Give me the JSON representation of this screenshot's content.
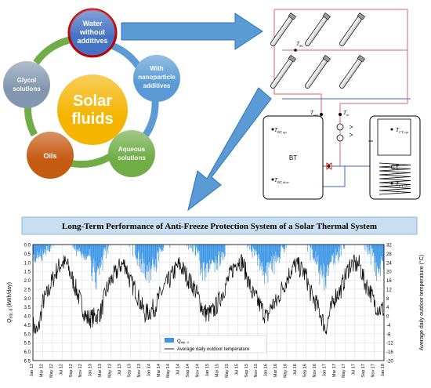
{
  "cycle": {
    "center_label_line1": "Solar",
    "center_label_line2": "fluids",
    "nodes": [
      {
        "id": "water",
        "lines": [
          "Water",
          "without",
          "additives"
        ],
        "color": "#4472C4"
      },
      {
        "id": "nano",
        "lines": [
          "With",
          "nanoparticle",
          "additives"
        ],
        "color": "#5B9BD5"
      },
      {
        "id": "aqueous",
        "lines": [
          "Aqueous",
          "solutions"
        ],
        "color": "#70AD47"
      },
      {
        "id": "oils",
        "lines": [
          "Oils"
        ],
        "color": "#C55A11"
      },
      {
        "id": "glycol",
        "lines": [
          "Glycol",
          "solutions"
        ],
        "color": "#8497B0"
      }
    ],
    "colors": {
      "center": "#F4B400",
      "ring_left": "#70AD47",
      "ring_right": "#5B9BD5",
      "ring_top": "#5B9BD5",
      "ring_outline": "#C00000"
    }
  },
  "schematic": {
    "labels": {
      "t_sc": "T",
      "t_sc_sub": "SC",
      "t_out": "T",
      "t_out_sub": "out",
      "t_in": "T",
      "t_in_sub": "in",
      "bt": "BT",
      "ct": "CT",
      "t_bt_up": "T",
      "t_bt_up_sub": "BT, up",
      "t_bt_dow": "T",
      "t_bt_dow_sub": "BT, dow",
      "t_ct_up": "T",
      "t_ct_up_sub": "CT, up",
      "t_ct_dow": "T",
      "t_ct_dow_sub": "CT, dow"
    }
  },
  "title_banner": "Long-Term Performance of Anti-Freeze Protection System of a Solar Thermal System",
  "chart_data": {
    "type": "line",
    "title": "",
    "ylabel_left": "Q",
    "ylabel_left_sub": "afp, d",
    "ylabel_left_unit": " (kWh/day)",
    "ylabel_right": "Average daily outdoor temperature  (°C)",
    "left_ylim": [
      0.0,
      6.5
    ],
    "left_inverted": true,
    "left_ticks": [
      "0.0",
      "0.5",
      "1.0",
      "1.5",
      "2.0",
      "2.5",
      "3.0",
      "3.5",
      "4.0",
      "4.5",
      "5.0",
      "5.5",
      "6.0",
      "6.5"
    ],
    "right_ylim": [
      -20,
      32
    ],
    "right_ticks": [
      "32",
      "28",
      "24",
      "20",
      "16",
      "12",
      "8",
      "4",
      "0",
      "-4",
      "-8",
      "-12",
      "-16",
      "-20"
    ],
    "x_ticks": [
      "Jan 12",
      "Mar 12",
      "May 12",
      "Jul 12",
      "Sep 12",
      "Nov 12",
      "Jan 13",
      "Mar 13",
      "May 13",
      "Jul 13",
      "Sep 13",
      "Nov 13",
      "Jan 14",
      "Mar 14",
      "May 14",
      "Jul 14",
      "Sep 14",
      "Nov 14",
      "Jan 15",
      "Mar 15",
      "May 15",
      "Jul 15",
      "Sep 15",
      "Nov 15",
      "Jan 16",
      "Mar 16",
      "May 16",
      "Jul 16",
      "Sep 16",
      "Nov 16",
      "Jan 17",
      "Mar 17",
      "May 17",
      "Jul 17",
      "Sep 17",
      "Nov 17",
      "Jan 18"
    ],
    "legend": {
      "position": "bottom-center",
      "bar_label": "Q",
      "bar_label_sub": "afp, d",
      "line_label": "Average daily outdoor temperature"
    },
    "series": [
      {
        "name": "Q afp, d",
        "kind": "bar",
        "color": "#3C96E6",
        "seasonal_peaks": [
          {
            "year": 2012,
            "peak": 1.0
          },
          {
            "year": 2013,
            "peak": 3.9
          },
          {
            "year": 2014,
            "peak": 3.6
          },
          {
            "year": 2015,
            "peak": 3.8
          },
          {
            "year": 2016,
            "peak": 4.4
          },
          {
            "year": 2017,
            "peak": 3.4
          }
        ]
      },
      {
        "name": "Average daily outdoor temperature",
        "kind": "line",
        "color": "#000000",
        "monthly_mean_c": [
          {
            "year": 2012,
            "months": [
              -4,
              -8,
              6,
              10,
              16,
              21,
              24,
              23,
              17,
              11,
              5,
              -1
            ]
          },
          {
            "year": 2013,
            "months": [
              -1,
              0,
              2,
              11,
              16,
              19,
              23,
              23,
              15,
              12,
              6,
              1
            ]
          },
          {
            "year": 2014,
            "months": [
              2,
              4,
              9,
              13,
              16,
              20,
              23,
              20,
              16,
              13,
              8,
              2
            ]
          },
          {
            "year": 2015,
            "months": [
              1,
              2,
              6,
              11,
              16,
              21,
              25,
              24,
              17,
              10,
              7,
              3
            ]
          },
          {
            "year": 2016,
            "months": [
              -1,
              5,
              6,
              12,
              16,
              21,
              23,
              21,
              18,
              10,
              6,
              1
            ]
          },
          {
            "year": 2017,
            "months": [
              -6,
              2,
              9,
              11,
              17,
              23,
              23,
              23,
              15,
              12,
              6,
              3
            ]
          }
        ]
      }
    ]
  }
}
